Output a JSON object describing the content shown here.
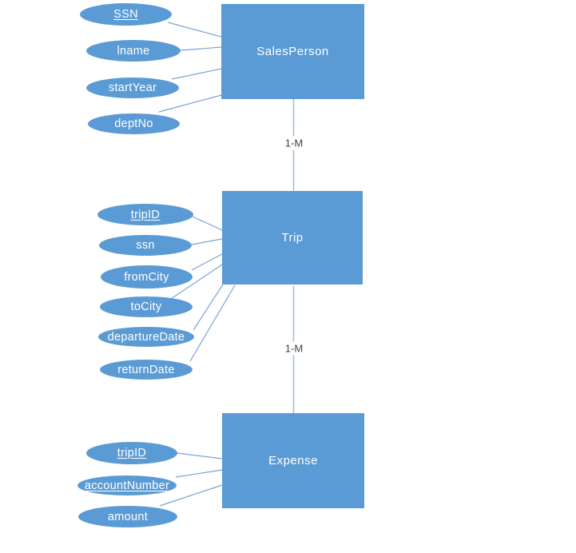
{
  "colors": {
    "shape_fill": "#5b9bd5",
    "shape_text": "#ffffff",
    "connector": "#7ba2d6",
    "relationship_line": "#9cbee5",
    "relationship_label_color": "#404040"
  },
  "entities": [
    {
      "name": "SalesPerson",
      "attributes": [
        {
          "label": "SSN",
          "key": true
        },
        {
          "label": "lname",
          "key": false
        },
        {
          "label": "startYear",
          "key": false
        },
        {
          "label": "deptNo",
          "key": false
        }
      ]
    },
    {
      "name": "Trip",
      "attributes": [
        {
          "label": "tripID",
          "key": true
        },
        {
          "label": "ssn",
          "key": false
        },
        {
          "label": "fromCity",
          "key": false
        },
        {
          "label": "toCity",
          "key": false
        },
        {
          "label": "departureDate",
          "key": false
        },
        {
          "label": "returnDate",
          "key": false
        }
      ]
    },
    {
      "name": "Expense",
      "attributes": [
        {
          "label": "tripID",
          "key": true
        },
        {
          "label": "accountNumber",
          "key": true
        },
        {
          "label": "amount",
          "key": false
        }
      ]
    }
  ],
  "relationships": [
    {
      "from": "SalesPerson",
      "to": "Trip",
      "cardinality": "1-M"
    },
    {
      "from": "Trip",
      "to": "Expense",
      "cardinality": "1-M"
    }
  ]
}
